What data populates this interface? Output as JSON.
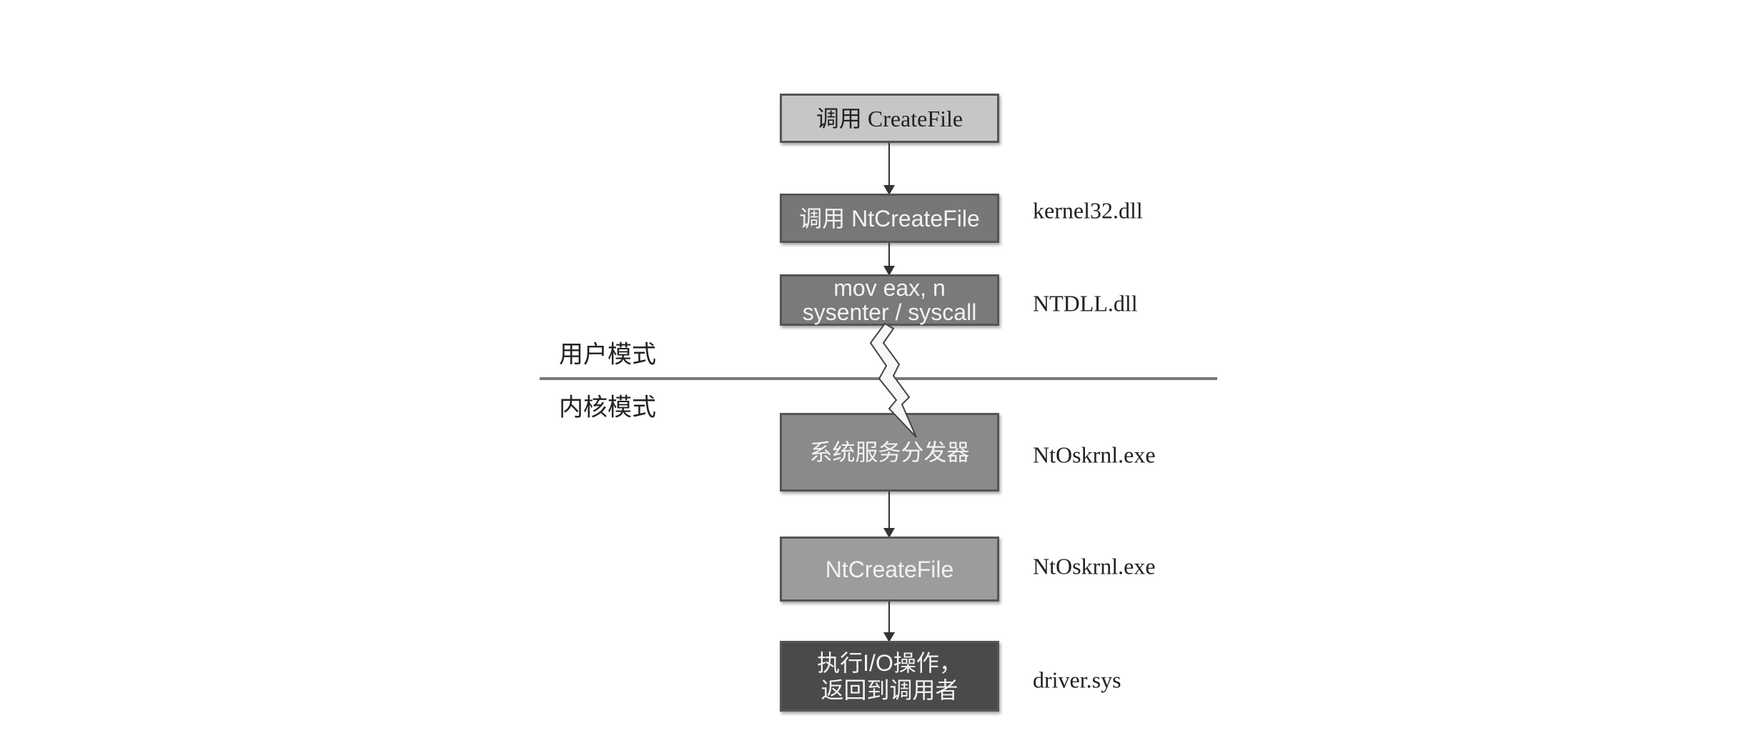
{
  "steps": [
    {
      "text": "调用 CreateFile",
      "module": ""
    },
    {
      "text": "调用 NtCreateFile",
      "module": "kernel32.dll"
    },
    {
      "text_line1": "mov eax, n",
      "text_line2": "sysenter / syscall",
      "module": "NTDLL.dll"
    },
    {
      "text": "系统服务分发器",
      "module": "NtOskrnl.exe"
    },
    {
      "text": "NtCreateFile",
      "module": "NtOskrnl.exe"
    },
    {
      "text_line1": "执行I/O操作，",
      "text_line2": "返回到调用者",
      "module": "driver.sys"
    }
  ],
  "modes": {
    "user": "用户模式",
    "kernel": "内核模式"
  },
  "colors": {
    "box1": "#c6c6c6",
    "box2": "#777777",
    "box3": "#7a7a7a",
    "box4": "#8a8a8a",
    "box5": "#9c9c9c",
    "box6": "#4a4a4a"
  }
}
